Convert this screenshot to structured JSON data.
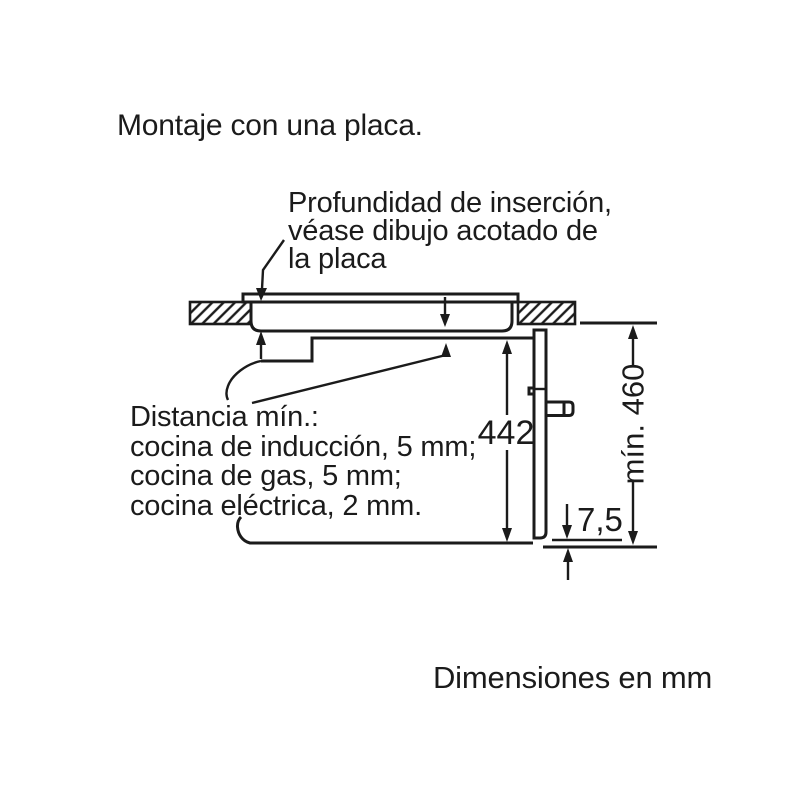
{
  "colors": {
    "ink": "#1b1b1b",
    "background": "#ffffff"
  },
  "title": "Montaje con una placa.",
  "diagram": {
    "insertion_note": "Profundidad de inserción,\nvéase dibujo acotado de\nla placa",
    "min_distance_note": "Distancia mín.:\ncocina de inducción, 5 mm;\ncocina de gas, 5 mm;\ncocina eléctrica, 2 mm.",
    "dim_oven_height": "442",
    "dim_niche_height": "mín. 460",
    "dim_door_offset": "7,5"
  },
  "footer": "Dimensiones en mm"
}
